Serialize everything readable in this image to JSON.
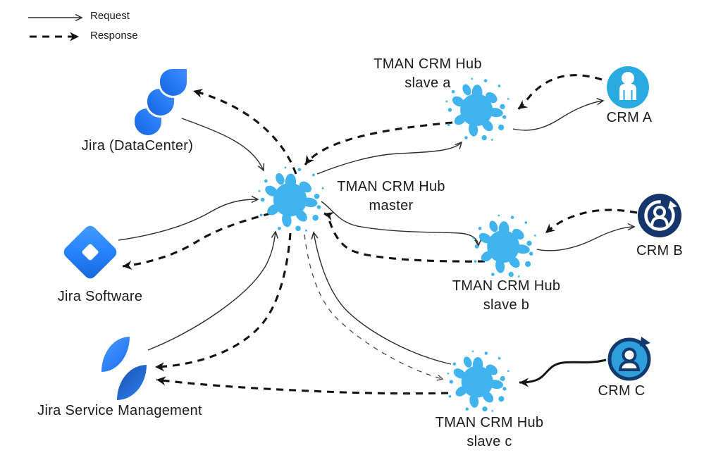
{
  "legend": {
    "request_label": "Request",
    "response_label": "Response",
    "request_style": "thin solid arrow",
    "response_style": "bold dashed arrow"
  },
  "colors": {
    "splat": "#41B4F0",
    "jira_blue": "#2684FF",
    "jira_dark": "#1765DB",
    "crm_a_bg": "#29ABE2",
    "crm_b_bg": "#16356D",
    "crm_c_bg": "#2E9FDB",
    "crm_c_outline": "#123A6E",
    "arrow": "#141414"
  },
  "nodes": {
    "jira_datacenter": {
      "label": "Jira (DataCenter)",
      "icon": "jira-logo"
    },
    "jira_software": {
      "label": "Jira Software",
      "icon": "jira-software-diamond-logo"
    },
    "jira_service_management": {
      "label": "Jira Service Management",
      "icon": "jira-service-management-logo"
    },
    "hub_master": {
      "label_line1": "TMAN CRM Hub",
      "label_line2": "master",
      "icon": "paint-splat"
    },
    "hub_slave_a": {
      "label_line1": "TMAN CRM Hub",
      "label_line2": "slave a",
      "icon": "paint-splat"
    },
    "hub_slave_b": {
      "label_line1": "TMAN CRM Hub",
      "label_line2": "slave b",
      "icon": "paint-splat"
    },
    "hub_slave_c": {
      "label_line1": "TMAN CRM Hub",
      "label_line2": "slave c",
      "icon": "paint-splat"
    },
    "crm_a": {
      "label": "CRM A",
      "icon": "person-icon"
    },
    "crm_b": {
      "label": "CRM B",
      "icon": "person-sync-icon"
    },
    "crm_c": {
      "label": "CRM C",
      "icon": "person-sync-icon"
    }
  },
  "edges": [
    {
      "from": "jira_datacenter",
      "to": "hub_master",
      "type": "request"
    },
    {
      "from": "hub_master",
      "to": "jira_datacenter",
      "type": "response"
    },
    {
      "from": "hub_slave_a",
      "to": "hub_master",
      "type": "response"
    },
    {
      "from": "hub_master",
      "to": "hub_slave_a",
      "type": "request"
    },
    {
      "from": "crm_a",
      "to": "hub_slave_a",
      "type": "response"
    },
    {
      "from": "hub_slave_a",
      "to": "crm_a",
      "type": "request"
    },
    {
      "from": "jira_software",
      "to": "hub_master",
      "type": "request"
    },
    {
      "from": "hub_master",
      "to": "jira_software",
      "type": "response"
    },
    {
      "from": "hub_master",
      "to": "hub_slave_b",
      "type": "request"
    },
    {
      "from": "hub_slave_b",
      "to": "hub_master",
      "type": "response"
    },
    {
      "from": "crm_b",
      "to": "hub_slave_b",
      "type": "response"
    },
    {
      "from": "hub_slave_b",
      "to": "crm_b",
      "type": "request"
    },
    {
      "from": "jira_service_management",
      "to": "hub_master",
      "type": "request"
    },
    {
      "from": "hub_master",
      "to": "jira_service_management",
      "type": "response"
    },
    {
      "from": "hub_slave_c",
      "to": "hub_master",
      "type": "request"
    },
    {
      "from": "hub_master",
      "to": "hub_slave_c",
      "type": "response-thin-dashed"
    },
    {
      "from": "hub_slave_c",
      "to": "jira_service_management",
      "type": "response"
    },
    {
      "from": "crm_c",
      "to": "hub_slave_c",
      "type": "request-bold"
    }
  ]
}
